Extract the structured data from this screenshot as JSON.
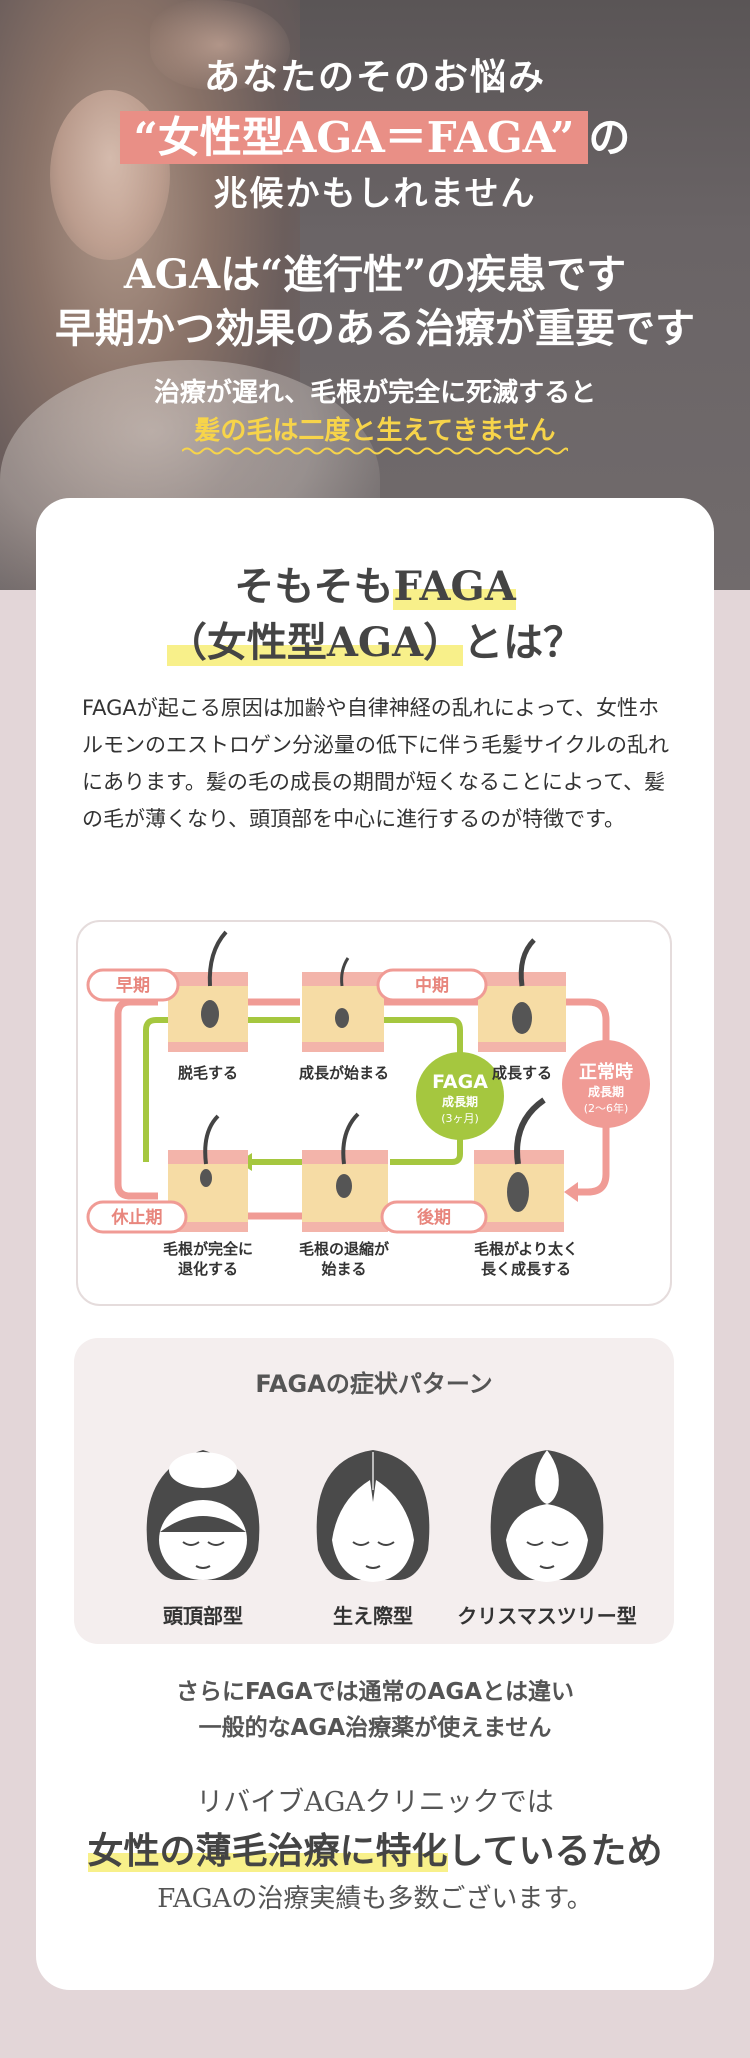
{
  "hero": {
    "line1": "あなたのそのお悩み",
    "line2_highlight": "“女性型AGA＝FAGA”",
    "line2_suffix": "の",
    "line3": "兆候かもしれません",
    "line4": "AGAは“進行性”の疾患です",
    "line5": "早期かつ効果のある治療が重要です",
    "line6": "治療が遅れ、毛根が完全に死滅すると",
    "line7": "髪の毛は二度と生えてきません",
    "highlight_color": "#e98f86",
    "accent_yellow": "#f7d44a"
  },
  "about": {
    "title_prefix": "そもそも",
    "title_marked": "FAGA",
    "title2_marked": "（女性型AGA）",
    "title2_suffix": "とは？",
    "description": "FAGAが起こる原因は加齢や自律神経の乱れによって、女性ホルモンのエストロゲン分泌量の低下に伴う毛髪サイクルの乱れにあります。髪の毛の成長の期間が短くなることによって、髪の毛が薄くなり、頭頂部を中心に進行するのが特徴です。"
  },
  "cycle": {
    "tags": {
      "early": "早期",
      "middle": "中期",
      "late": "後期",
      "rest": "休止期"
    },
    "labels": {
      "shed": "脱毛する",
      "start": "成長が始まる",
      "grow": "成長する",
      "complete1": "毛根が完全に",
      "complete2": "退化する",
      "shrink1": "毛根の退縮が",
      "shrink2": "始まる",
      "thick1": "毛根がより太く",
      "thick2": "長く成長する"
    },
    "faga": {
      "title": "FAGA",
      "sub": "成長期",
      "period": "(3ヶ月)"
    },
    "normal": {
      "title": "正常時",
      "sub": "成長期",
      "period": "(2〜6年)"
    },
    "colors": {
      "pink": "#f09b95",
      "green": "#a5c73f",
      "skin": "#f6dca5"
    }
  },
  "symptoms": {
    "title": "FAGAの症状パターン",
    "items": [
      {
        "label": "頭頂部型",
        "icon": "crown-thinning-icon"
      },
      {
        "label": "生え際型",
        "icon": "hairline-thinning-icon"
      },
      {
        "label": "クリスマスツリー型",
        "icon": "christmas-tree-thinning-icon"
      }
    ]
  },
  "note": {
    "line1": "さらにFAGAでは通常のAGAとは違い",
    "line2": "一般的なAGA治療薬が使えません"
  },
  "clinic": {
    "line1": "リバイブAGAクリニックでは",
    "line2_marked": "女性の薄毛治療に特化",
    "line2_suffix": "しているため",
    "line3": "FAGAの治療実績も多数ございます。"
  }
}
